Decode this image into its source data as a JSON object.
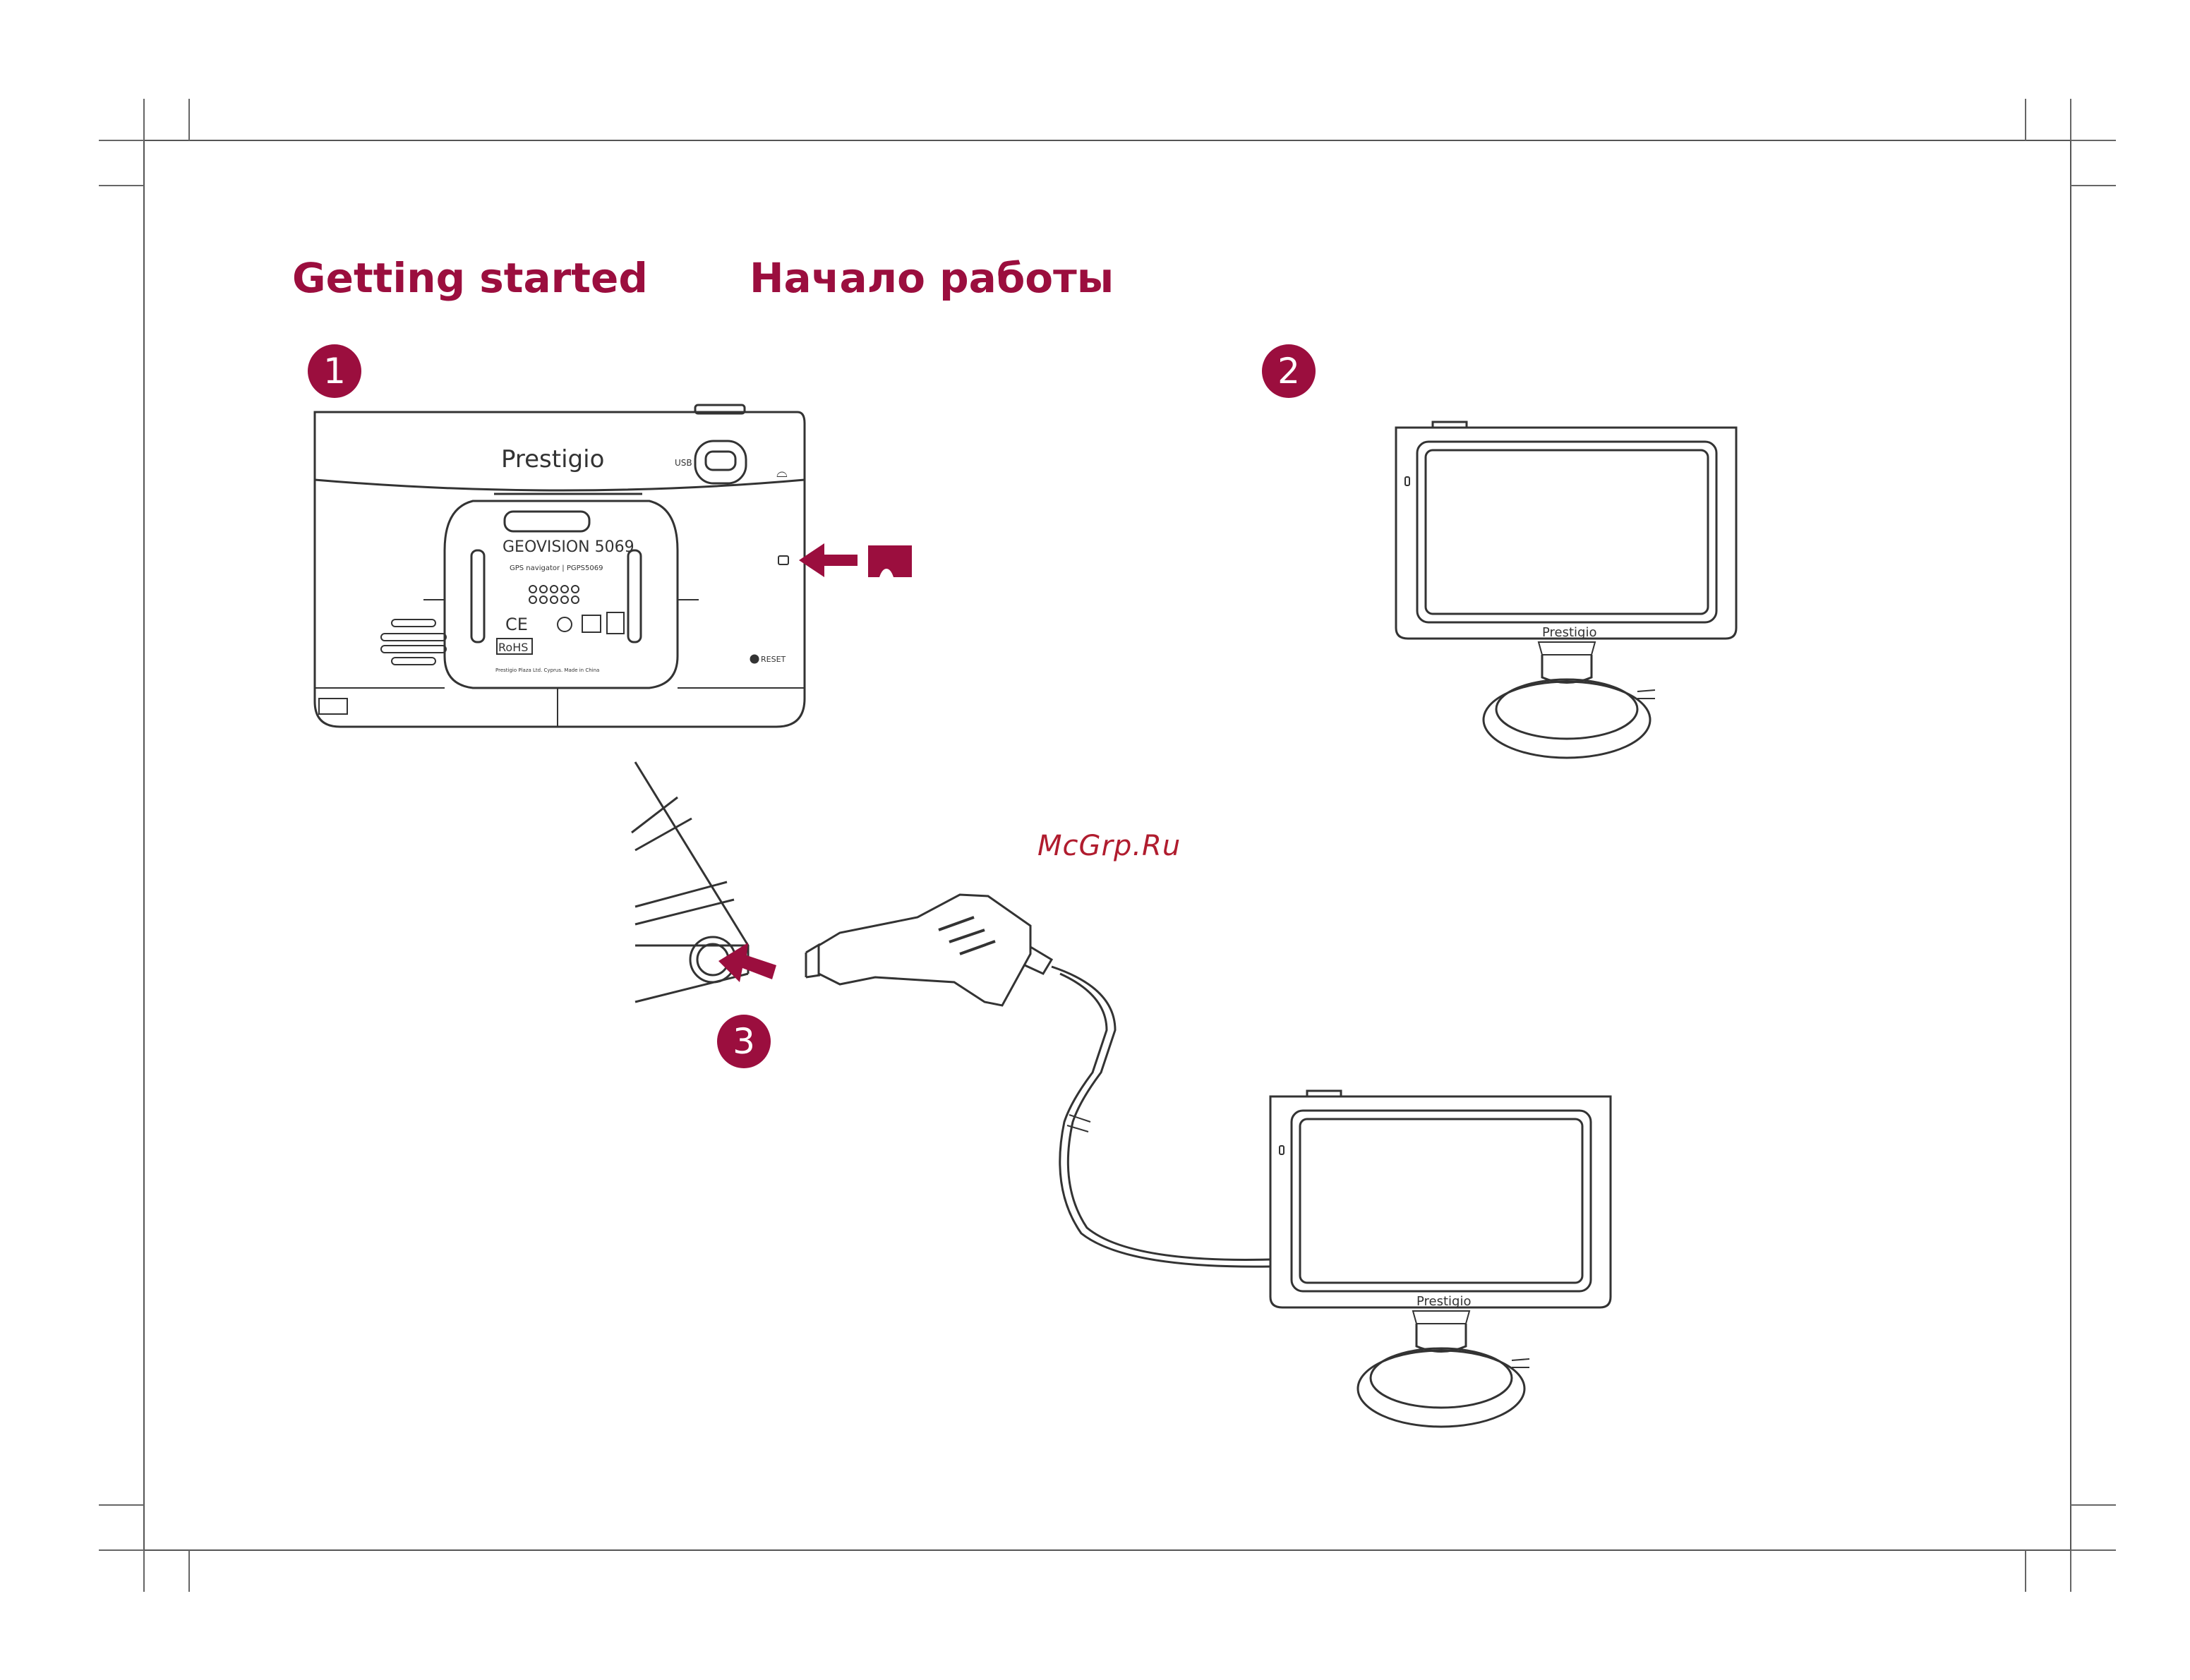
{
  "colors": {
    "accent": "#9b0e3e",
    "line": "#333333",
    "frame": "#666666"
  },
  "headings": {
    "english": "Getting started",
    "russian": "Начало работы"
  },
  "steps": [
    {
      "number": "1"
    },
    {
      "number": "2"
    },
    {
      "number": "3"
    }
  ],
  "device_back": {
    "brand": "Prestigio",
    "port_label": "USB",
    "model": "GEOVISION 5069",
    "model_sub": "GPS navigator | PGPS5069",
    "reset_label": "RESET",
    "rohs": "RoHS",
    "ce": "CE",
    "fine_print": "Prestigio Plaza Ltd. Cyprus. Made in China"
  },
  "device_front": {
    "brand": "Prestigio"
  },
  "watermark": "McGrp.Ru"
}
